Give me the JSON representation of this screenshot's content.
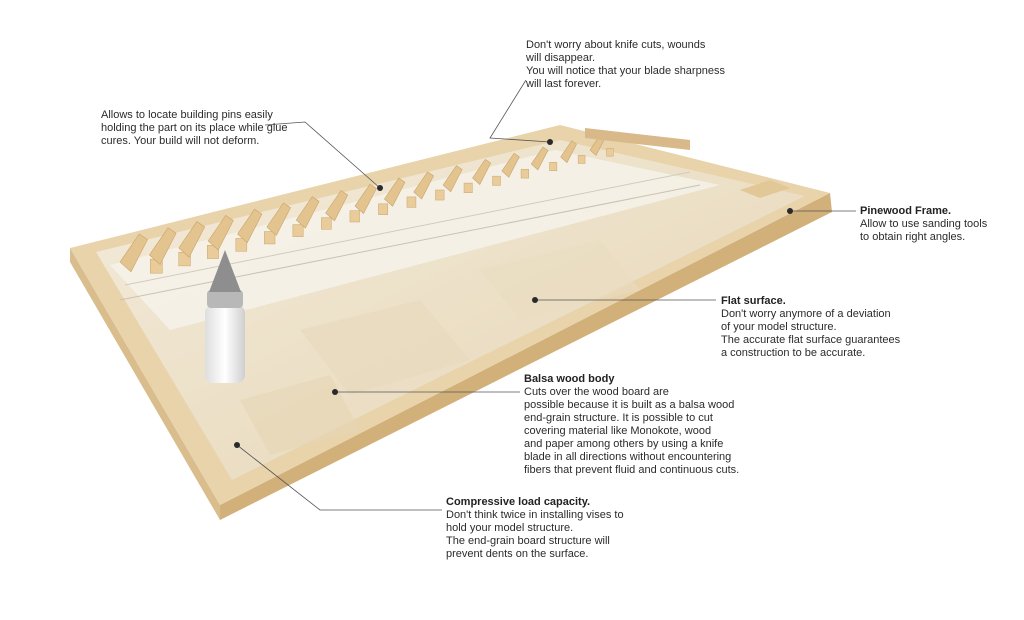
{
  "callouts": {
    "pins": {
      "lines": [
        "Allows to locate building pins easily",
        "holding the part on its place while glue",
        "cures. Your build will not deform."
      ]
    },
    "knife": {
      "lines": [
        "Don't worry about knife cuts, wounds",
        "will disappear.",
        "You will notice that your blade sharpness",
        "will last forever."
      ]
    },
    "frame": {
      "title": "Pinewood Frame.",
      "lines": [
        "Allow to use sanding tools",
        "to obtain right angles."
      ]
    },
    "flat": {
      "title": "Flat surface.",
      "lines": [
        "Don't worry anymore of a deviation",
        "of your model structure.",
        "The accurate flat surface guarantees",
        "a construction to be accurate."
      ]
    },
    "balsa": {
      "title": "Balsa wood body",
      "lines": [
        "Cuts over the wood board are",
        "possible because it is built as a balsa wood",
        "end-grain structure. It is possible to cut",
        "covering material like Monokote, wood",
        "and paper among others by using a knife",
        "blade in all directions without encountering",
        "fibers that prevent fluid and continuous cuts."
      ]
    },
    "load": {
      "title": "Compressive load capacity.",
      "lines": [
        "Don't think twice in installing vises to",
        "hold your model structure.",
        "The end-grain board structure will",
        "prevent dents on the surface."
      ]
    }
  },
  "colors": {
    "frame": "#e6cfa6",
    "frame_side": "#d2b483",
    "surface": "#efe4cf",
    "wood_part": "#e3c38e",
    "leader": "#555555",
    "dot": "#2a2a2a"
  },
  "icons": [
    "glue-bottle-icon"
  ]
}
